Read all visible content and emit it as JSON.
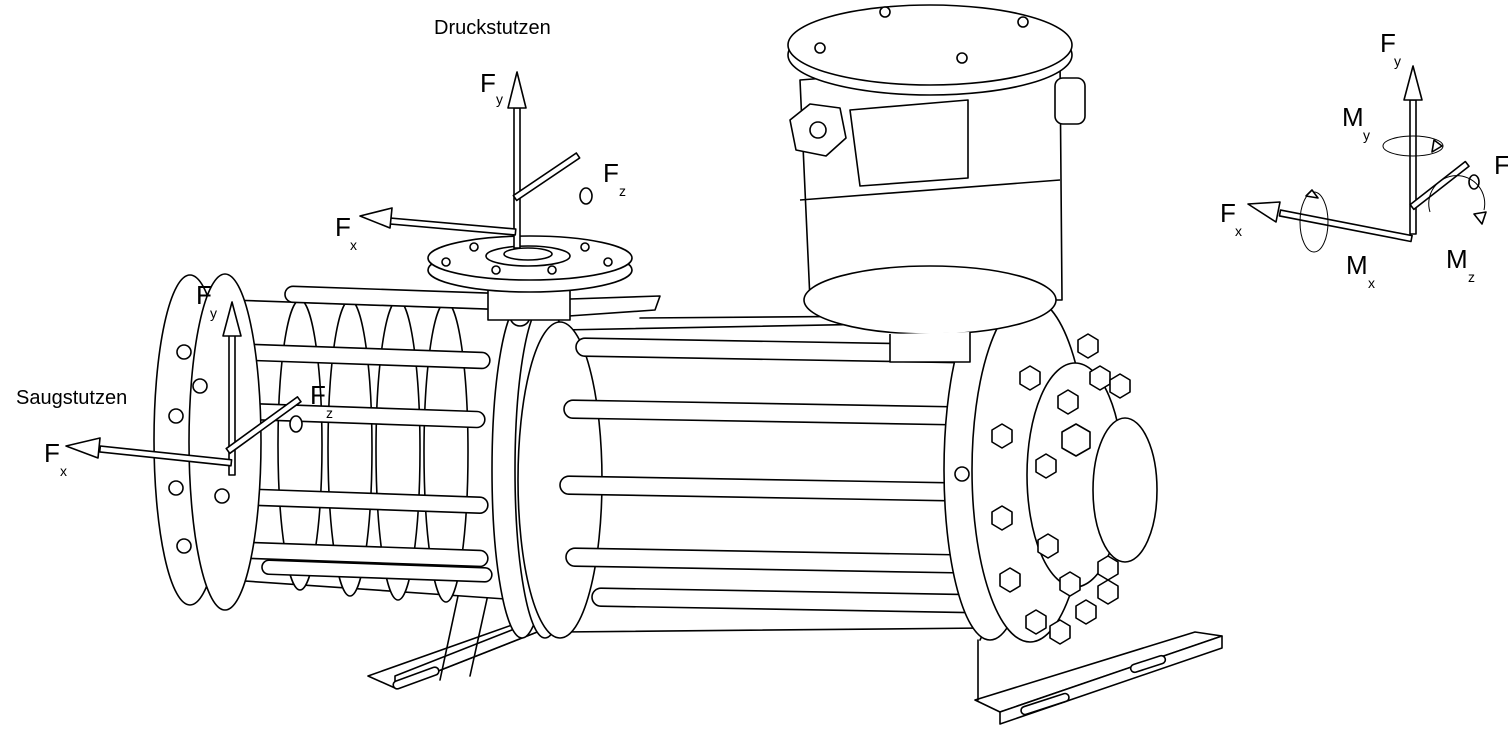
{
  "labels": {
    "discharge": "Druckstutzen",
    "suction": "Saugstutzen"
  },
  "symbols": {
    "force": "F",
    "moment": "M",
    "sub_x": "x",
    "sub_y": "y",
    "sub_z": "z"
  },
  "colors": {
    "line": "#000000",
    "background": "#ffffff"
  }
}
